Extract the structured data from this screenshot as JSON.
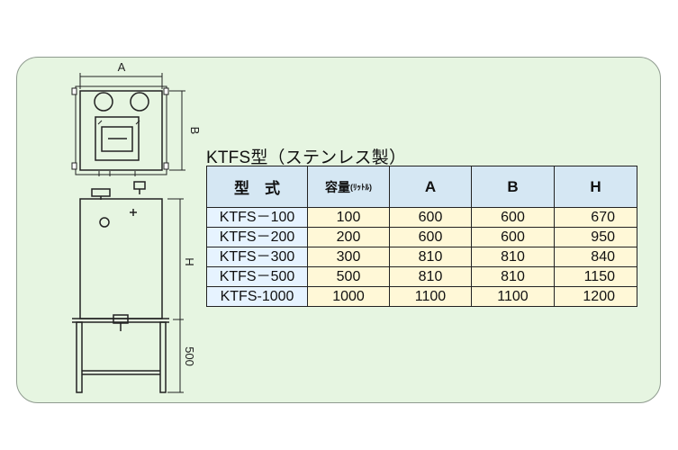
{
  "dimensions": {
    "a_label": "A",
    "b_label": "B",
    "h_label": "H",
    "leg_height": "500"
  },
  "table_title": "KTFS型（ステンレス製）",
  "table": {
    "headers": {
      "model": "型　式",
      "capacity": "容量",
      "capacity_unit": "(ﾘｯﾄﾙ)",
      "a": "A",
      "b": "B",
      "h": "H"
    },
    "rows": [
      {
        "model": "KTFS－100",
        "capacity": "100",
        "a": "600",
        "b": "600",
        "h": "670"
      },
      {
        "model": "KTFS－200",
        "capacity": "200",
        "a": "600",
        "b": "600",
        "h": "950"
      },
      {
        "model": "KTFS－300",
        "capacity": "300",
        "a": "810",
        "b": "810",
        "h": "840"
      },
      {
        "model": "KTFS－500",
        "capacity": "500",
        "a": "810",
        "b": "810",
        "h": "1150"
      },
      {
        "model": "KTFS-1000",
        "capacity": "1000",
        "a": "1100",
        "b": "1100",
        "h": "1200"
      }
    ]
  },
  "colors": {
    "panel_bg": "#e6f5e1",
    "header_bg": "#d5e7f3",
    "model_col_bg": "#e6f3ff",
    "value_bg": "#fff8d7"
  }
}
